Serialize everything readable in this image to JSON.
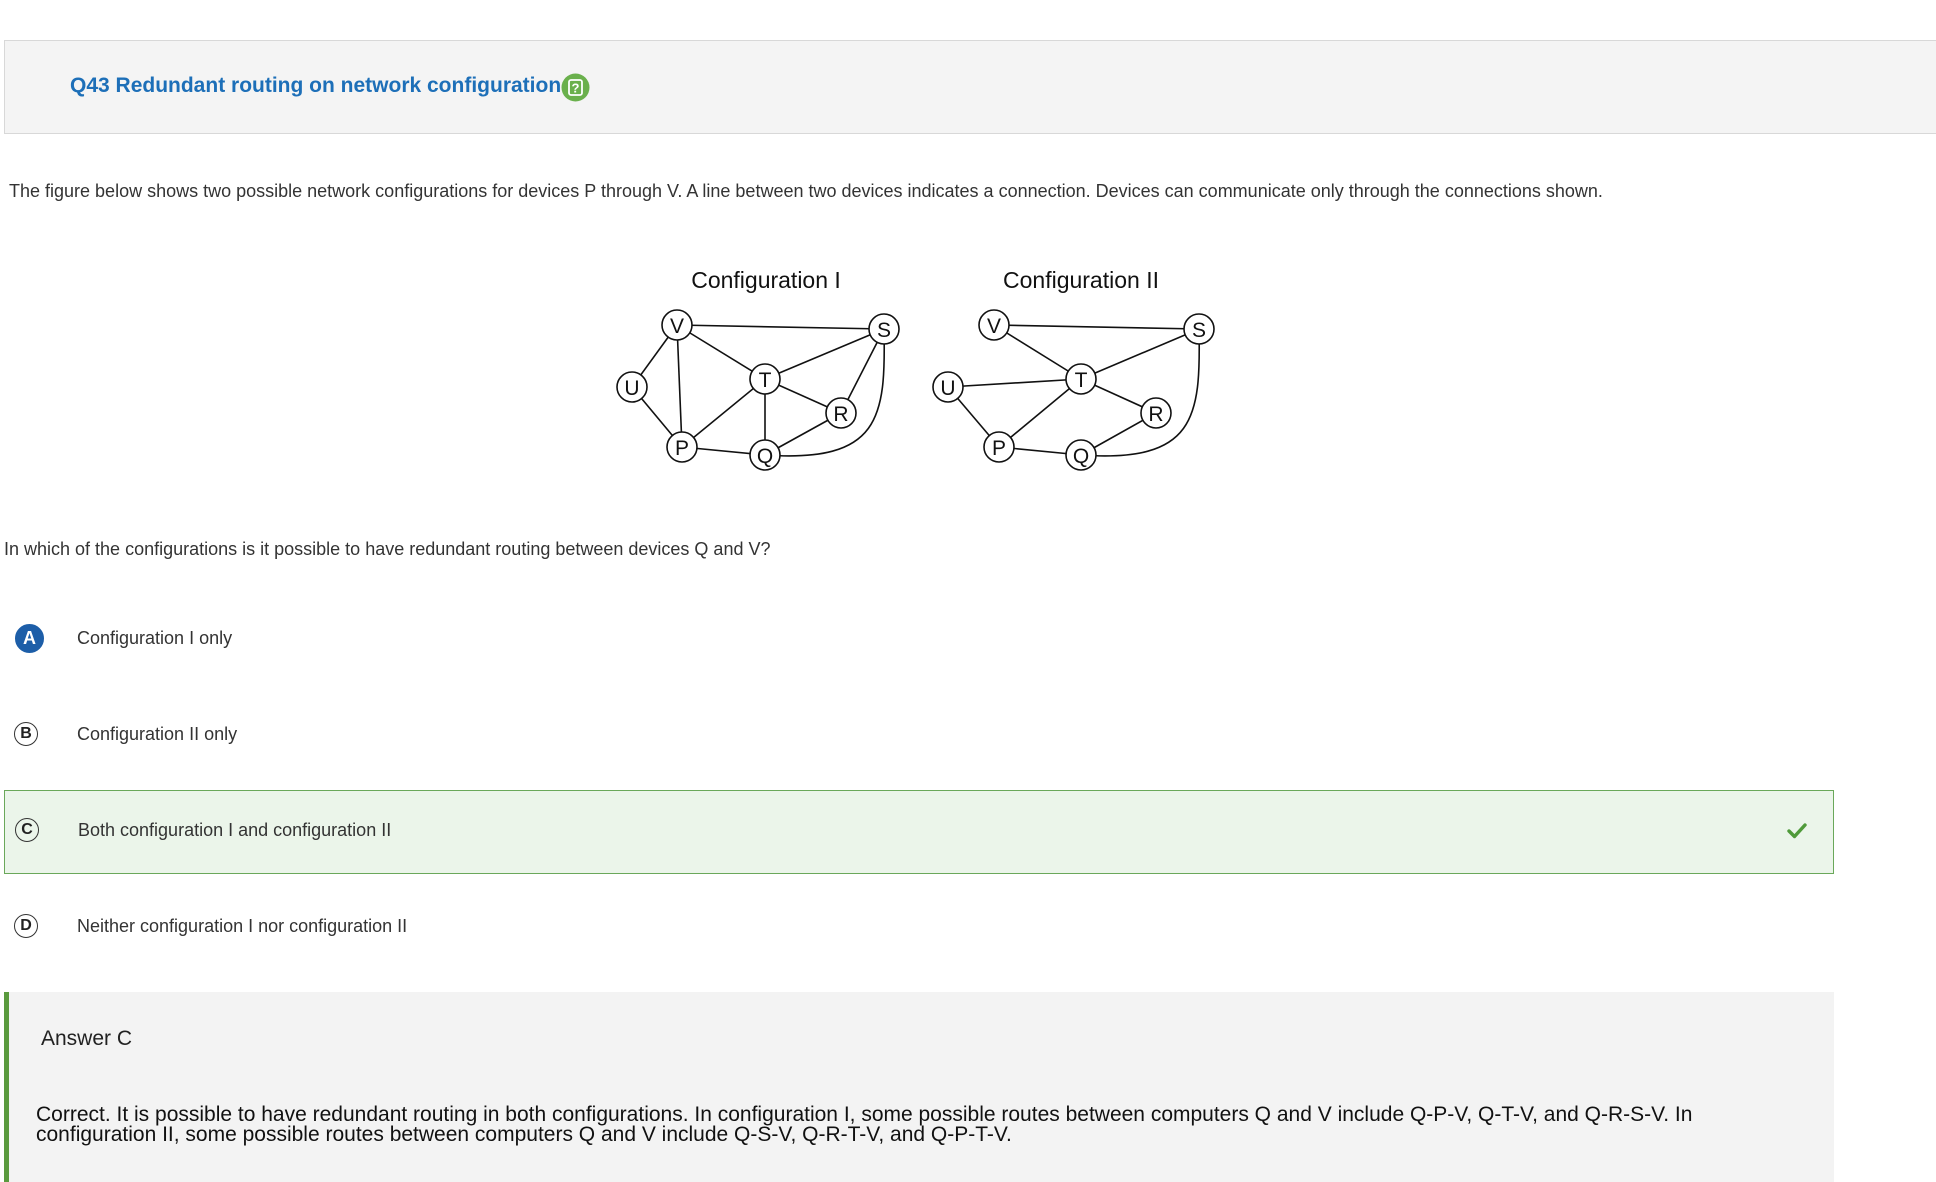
{
  "question": {
    "title": "Q43 Redundant routing on network configuration",
    "help_icon": "question-mark-icon",
    "intro": "The figure below shows two possible network configurations for devices P through V. A line between two devices indicates a connection. Devices can communicate only through the connections shown.",
    "prompt": "In which of the configurations is it possible to have redundant routing between devices Q and V?"
  },
  "figure": {
    "config1": {
      "title": "Configuration I",
      "nodes": [
        "V",
        "S",
        "U",
        "T",
        "R",
        "P",
        "Q"
      ],
      "edges": [
        [
          "U",
          "V"
        ],
        [
          "U",
          "P"
        ],
        [
          "V",
          "P"
        ],
        [
          "V",
          "T"
        ],
        [
          "V",
          "S"
        ],
        [
          "T",
          "S"
        ],
        [
          "T",
          "P"
        ],
        [
          "T",
          "Q"
        ],
        [
          "T",
          "R"
        ],
        [
          "R",
          "S"
        ],
        [
          "R",
          "Q"
        ],
        [
          "P",
          "Q"
        ],
        [
          "Q",
          "S"
        ]
      ]
    },
    "config2": {
      "title": "Configuration II",
      "nodes": [
        "V",
        "S",
        "U",
        "T",
        "R",
        "P",
        "Q"
      ],
      "edges": [
        [
          "V",
          "S"
        ],
        [
          "V",
          "T"
        ],
        [
          "U",
          "T"
        ],
        [
          "U",
          "P"
        ],
        [
          "T",
          "S"
        ],
        [
          "T",
          "P"
        ],
        [
          "T",
          "R"
        ],
        [
          "R",
          "Q"
        ],
        [
          "P",
          "Q"
        ],
        [
          "Q",
          "S"
        ]
      ]
    }
  },
  "options": [
    {
      "letter": "A",
      "text": "Configuration I only",
      "selected": true,
      "correct": false
    },
    {
      "letter": "B",
      "text": "Configuration II only",
      "selected": false,
      "correct": false
    },
    {
      "letter": "C",
      "text": "Both configuration I and configuration II",
      "selected": false,
      "correct": true
    },
    {
      "letter": "D",
      "text": "Neither configuration I nor configuration II",
      "selected": false,
      "correct": false
    }
  ],
  "answer": {
    "title": "Answer C",
    "explanation": "Correct. It is possible to have redundant routing in both configurations. In configuration I, some possible routes between computers Q and V include Q-P-V, Q-T-V, and Q-R-S-V. In configuration II, some possible routes between computers Q and V include Q-S-V, Q-R-T-V, and Q-P-T-V."
  },
  "colors": {
    "link": "#1d6fb8",
    "selected": "#1d5ea8",
    "correct_bg": "#ebf5ea",
    "correct_border": "#6aa85a",
    "answer_bar": "#5a9a3e"
  }
}
